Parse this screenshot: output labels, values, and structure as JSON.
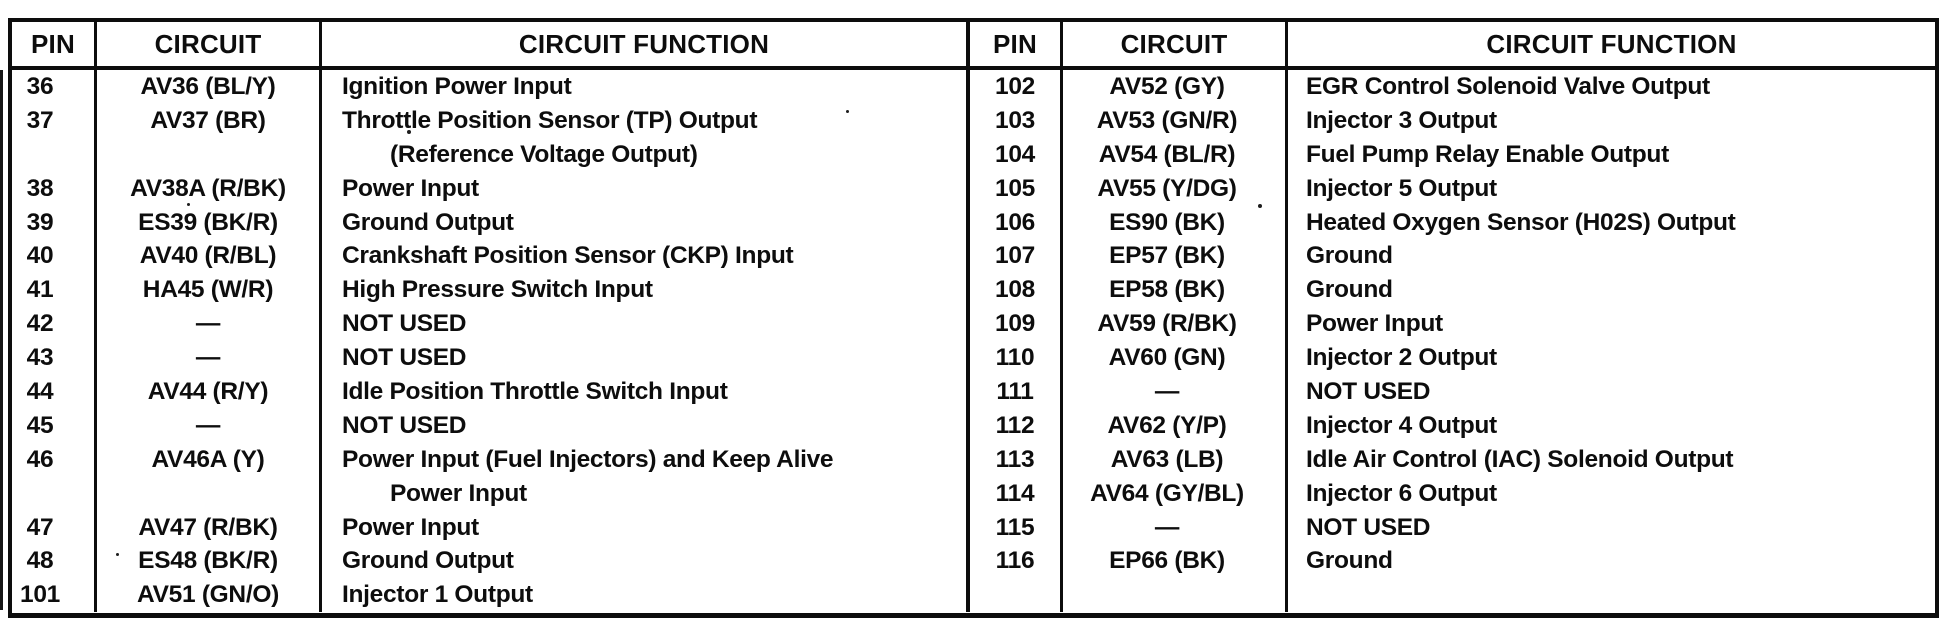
{
  "colors": {
    "ink": "#0d0d0d",
    "paper": "#ffffff"
  },
  "table": {
    "headers": {
      "pin": "PIN",
      "circuit": "CIRCUIT",
      "function": "CIRCUIT FUNCTION"
    },
    "left_rows": [
      {
        "pin": "36",
        "circuit": "AV36 (BL/Y)",
        "function": "Ignition Power Input",
        "cont": false
      },
      {
        "pin": "37",
        "circuit": "AV37 (BR)",
        "function": "Throttle Position Sensor (TP) Output",
        "cont": false
      },
      {
        "pin": "",
        "circuit": "",
        "function": "(Reference Voltage Output)",
        "cont": true
      },
      {
        "pin": "38",
        "circuit": "AV38A (R/BK)",
        "function": "Power Input",
        "cont": false
      },
      {
        "pin": "39",
        "circuit": "ES39 (BK/R)",
        "function": "Ground Output",
        "cont": false
      },
      {
        "pin": "40",
        "circuit": "AV40 (R/BL)",
        "function": "Crankshaft Position Sensor (CKP) Input",
        "cont": false
      },
      {
        "pin": "41",
        "circuit": "HA45 (W/R)",
        "function": "High Pressure Switch Input",
        "cont": false
      },
      {
        "pin": "42",
        "circuit": "—",
        "function": "NOT USED",
        "cont": false
      },
      {
        "pin": "43",
        "circuit": "—",
        "function": "NOT USED",
        "cont": false
      },
      {
        "pin": "44",
        "circuit": "AV44 (R/Y)",
        "function": "Idle Position Throttle Switch Input",
        "cont": false
      },
      {
        "pin": "45",
        "circuit": "—",
        "function": "NOT USED",
        "cont": false
      },
      {
        "pin": "46",
        "circuit": "AV46A (Y)",
        "function": "Power Input (Fuel Injectors) and Keep Alive",
        "cont": false
      },
      {
        "pin": "",
        "circuit": "",
        "function": "Power Input",
        "cont": true
      },
      {
        "pin": "47",
        "circuit": "AV47 (R/BK)",
        "function": "Power Input",
        "cont": false
      },
      {
        "pin": "48",
        "circuit": "ES48 (BK/R)",
        "function": "Ground Output",
        "cont": false
      },
      {
        "pin": "101",
        "circuit": "AV51 (GN/O)",
        "function": "Injector 1 Output",
        "cont": false
      }
    ],
    "right_rows": [
      {
        "pin": "102",
        "circuit": "AV52 (GY)",
        "function": "EGR Control Solenoid Valve Output",
        "cont": false
      },
      {
        "pin": "103",
        "circuit": "AV53 (GN/R)",
        "function": "Injector 3 Output",
        "cont": false
      },
      {
        "pin": "104",
        "circuit": "AV54 (BL/R)",
        "function": "Fuel Pump Relay Enable Output",
        "cont": false
      },
      {
        "pin": "105",
        "circuit": "AV55 (Y/DG)",
        "function": "Injector 5 Output",
        "cont": false
      },
      {
        "pin": "106",
        "circuit": "ES90 (BK)",
        "function": "Heated Oxygen Sensor (H02S) Output",
        "cont": false
      },
      {
        "pin": "107",
        "circuit": "EP57 (BK)",
        "function": "Ground",
        "cont": false
      },
      {
        "pin": "108",
        "circuit": "EP58 (BK)",
        "function": "Ground",
        "cont": false
      },
      {
        "pin": "109",
        "circuit": "AV59 (R/BK)",
        "function": "Power Input",
        "cont": false
      },
      {
        "pin": "110",
        "circuit": "AV60 (GN)",
        "function": "Injector 2 Output",
        "cont": false
      },
      {
        "pin": "111",
        "circuit": "—",
        "function": "NOT USED",
        "cont": false
      },
      {
        "pin": "112",
        "circuit": "AV62 (Y/P)",
        "function": "Injector 4 Output",
        "cont": false
      },
      {
        "pin": "113",
        "circuit": "AV63 (LB)",
        "function": "Idle Air Control (IAC) Solenoid Output",
        "cont": false
      },
      {
        "pin": "114",
        "circuit": "AV64 (GY/BL)",
        "function": "Injector 6 Output",
        "cont": false
      },
      {
        "pin": "115",
        "circuit": "—",
        "function": "NOT USED",
        "cont": false
      },
      {
        "pin": "116",
        "circuit": "EP66 (BK)",
        "function": "Ground",
        "cont": false
      },
      {
        "pin": "",
        "circuit": "",
        "function": "",
        "cont": false
      }
    ]
  }
}
